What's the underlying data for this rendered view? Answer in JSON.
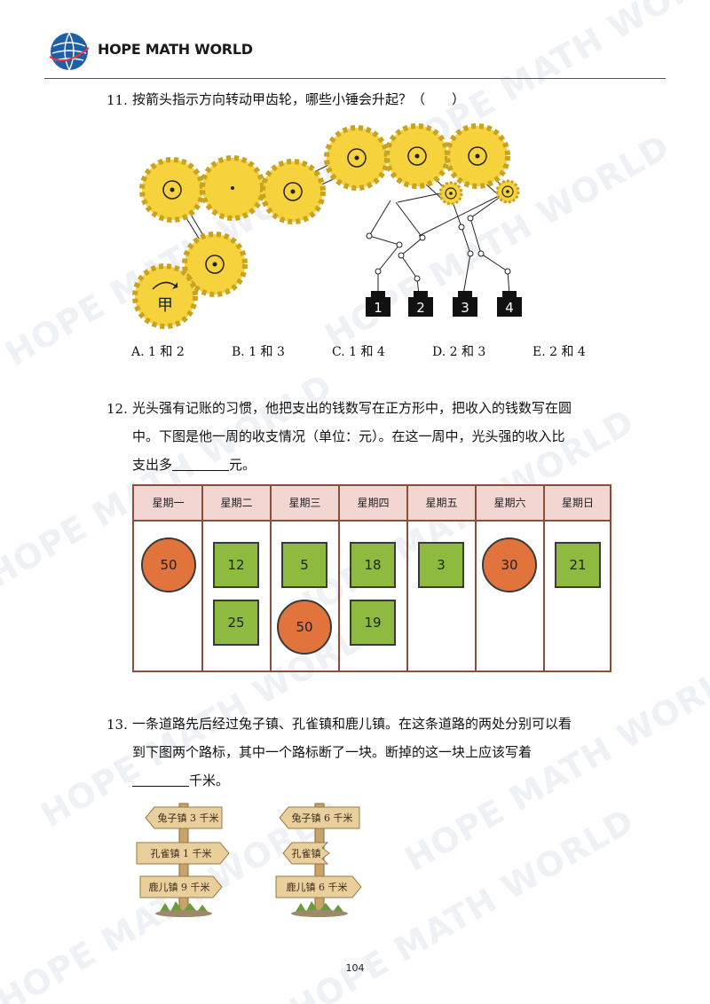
{
  "header": {
    "brand": "HOPE MATH WORLD",
    "logo_text": "HOPE MATH WORLD"
  },
  "watermark": "HOPE MATH WORLD",
  "q11": {
    "number": "11.",
    "text": "按箭头指示方向转动甲齿轮，哪些小锤会升起？（　　）",
    "gear_label": "甲",
    "weights": [
      "1",
      "2",
      "3",
      "4"
    ],
    "options": [
      "A. 1 和 2",
      "B. 1 和 3",
      "C. 1 和 4",
      "D. 2 和 3",
      "E. 2 和 4"
    ]
  },
  "q12": {
    "number": "12.",
    "line1": "光头强有记账的习惯，他把支出的钱数写在正方形中，把收入的钱数写在圆",
    "line2": "中。下图是他一周的收支情况（单位：元）。在这一周中，光头强的收入比",
    "line3_pre": "支出多",
    "line3_post": "元。",
    "days": [
      "星期一",
      "星期二",
      "星期三",
      "星期四",
      "星期五",
      "星期六",
      "星期日"
    ],
    "cells": [
      [
        {
          "shape": "circle",
          "value": "50"
        }
      ],
      [
        {
          "shape": "square",
          "value": "12"
        },
        {
          "shape": "square",
          "value": "25"
        }
      ],
      [
        {
          "shape": "square",
          "value": "5"
        },
        {
          "shape": "circle",
          "value": "50"
        }
      ],
      [
        {
          "shape": "square",
          "value": "18"
        },
        {
          "shape": "square",
          "value": "19"
        }
      ],
      [
        {
          "shape": "square",
          "value": "3"
        }
      ],
      [
        {
          "shape": "circle",
          "value": "30"
        }
      ],
      [
        {
          "shape": "square",
          "value": "21"
        }
      ]
    ],
    "colors": {
      "square": "#8dba3f",
      "circle": "#e0743c",
      "header": "#f2d6d2",
      "border": "#8a4e3b"
    }
  },
  "q13": {
    "number": "13.",
    "line1": "一条道路先后经过兔子镇、孔雀镇和鹿儿镇。在这条道路的两处分别可以看",
    "line2": "到下图两个路标，其中一个路标断了一块。断掉的这一块上应该写着",
    "line3_post": "千米。",
    "sign1": [
      "兔子镇 3 千米",
      "孔雀镇 1 千米",
      "鹿儿镇 9 千米"
    ],
    "sign2": [
      "兔子镇 6 千米",
      "孔雀镇",
      "鹿儿镇 6 千米"
    ]
  },
  "page_number": "104"
}
